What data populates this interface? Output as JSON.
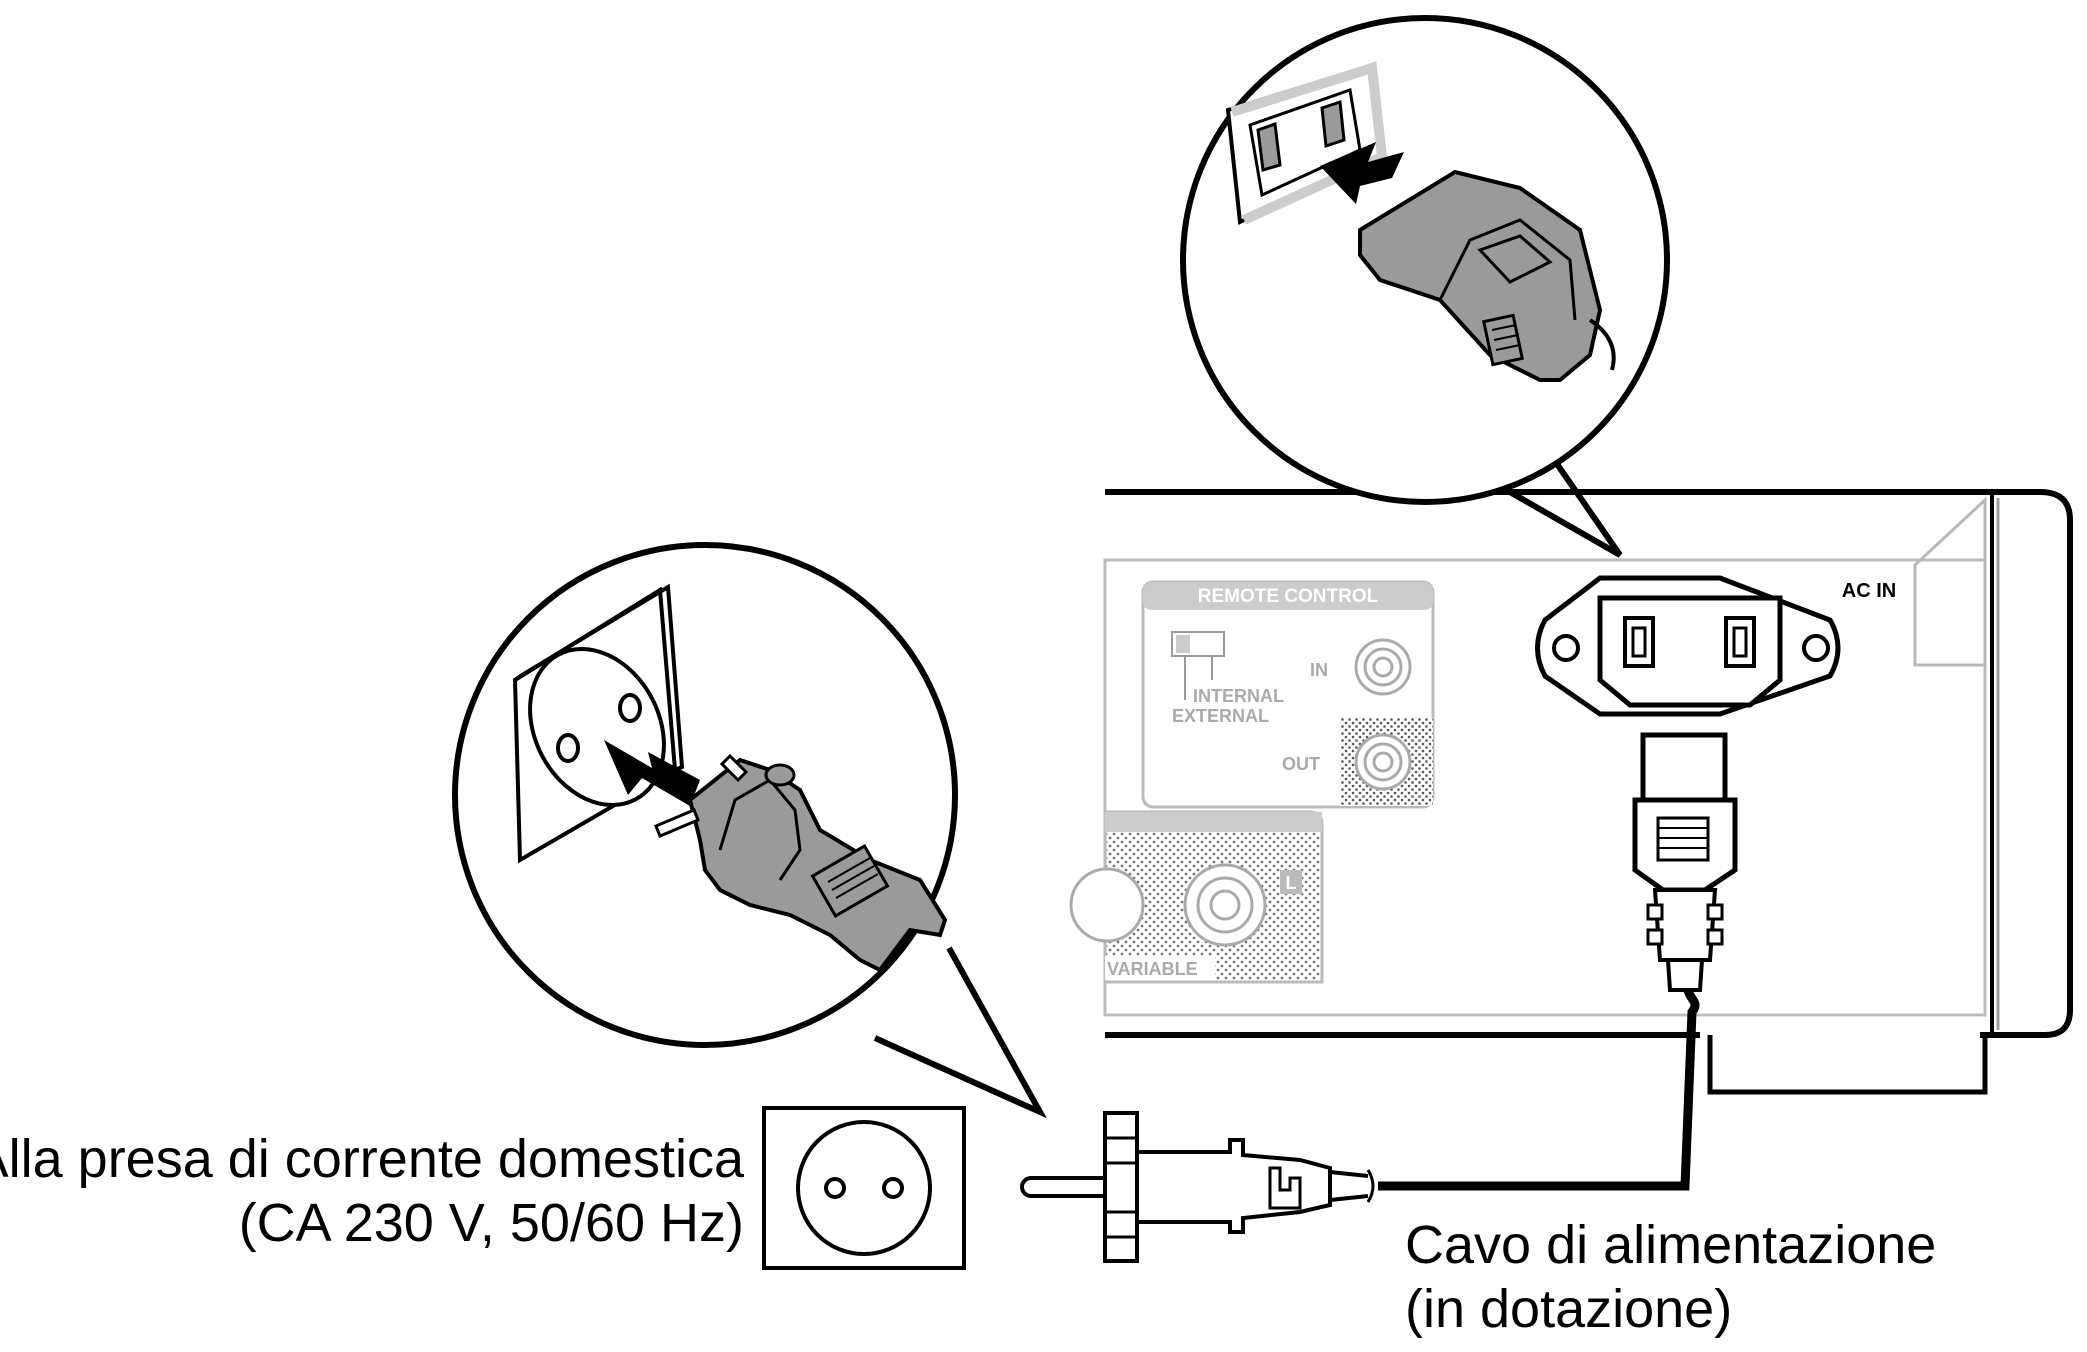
{
  "outlet_caption": {
    "line1": "Alla presa di corrente domestica",
    "line2": "(CA 230 V, 50/60 Hz)"
  },
  "cable_caption": {
    "line1": "Cavo di alimentazione",
    "line2": "(in dotazione)"
  },
  "panel": {
    "ac_in_label": "AC IN",
    "remote_control_title": "REMOTE CONTROL",
    "remote_in_label": "IN",
    "remote_out_label": "OUT",
    "switch_internal_label": "INTERNAL",
    "switch_external_label": "EXTERNAL",
    "variable_label": "VARIABLE",
    "channel_label": "L"
  }
}
